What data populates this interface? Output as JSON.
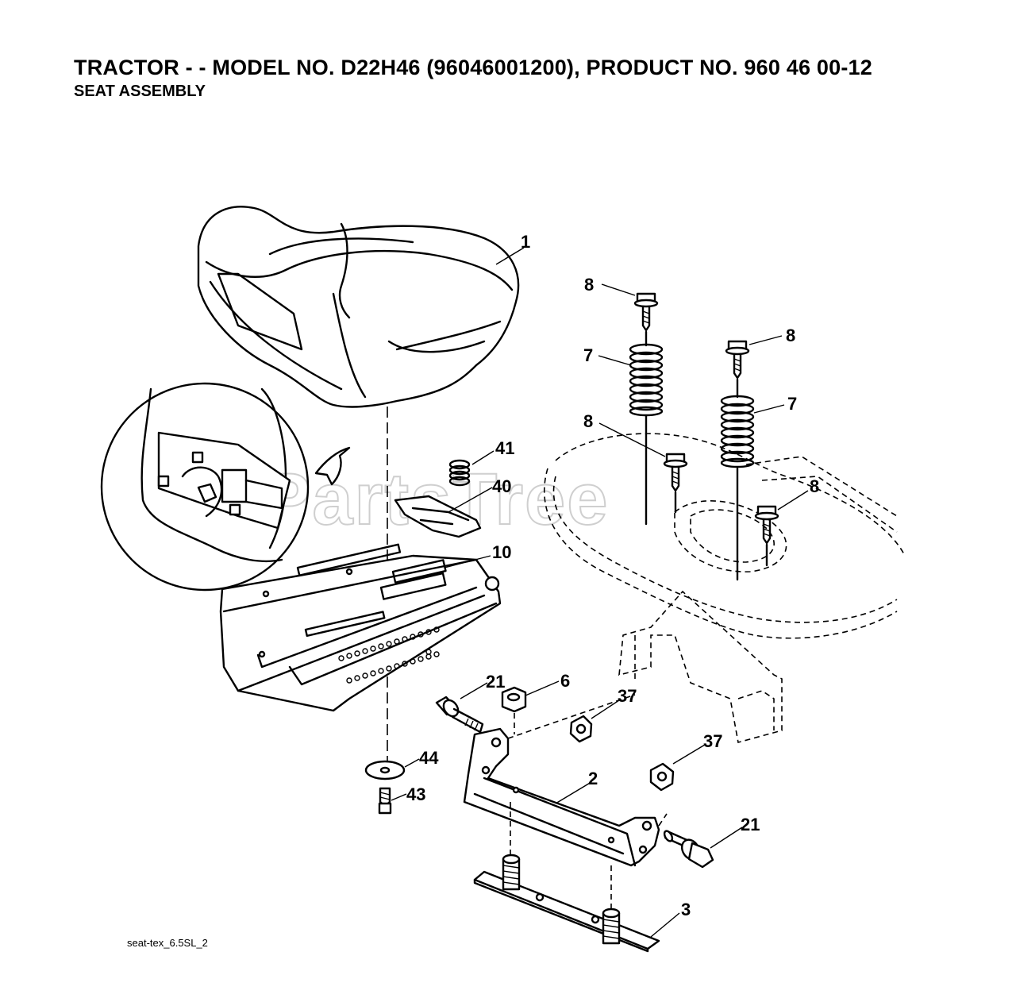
{
  "header": {
    "title": "TRACTOR - - MODEL NO. D22H46 (96046001200), PRODUCT NO. 960 46 00-12",
    "subtitle": "SEAT ASSEMBLY"
  },
  "watermark": "PartsTree",
  "diagram_code": "seat-tex_6.5SL_2",
  "callouts": [
    {
      "id": "c1",
      "text": "1"
    },
    {
      "id": "c8a",
      "text": "8"
    },
    {
      "id": "c8b",
      "text": "8"
    },
    {
      "id": "c7a",
      "text": "7"
    },
    {
      "id": "c7b",
      "text": "7"
    },
    {
      "id": "c8c",
      "text": "8"
    },
    {
      "id": "c8d",
      "text": "8"
    },
    {
      "id": "c41",
      "text": "41"
    },
    {
      "id": "c40",
      "text": "40"
    },
    {
      "id": "c10",
      "text": "10"
    },
    {
      "id": "c21a",
      "text": "21"
    },
    {
      "id": "c6",
      "text": "6"
    },
    {
      "id": "c37a",
      "text": "37"
    },
    {
      "id": "c37b",
      "text": "37"
    },
    {
      "id": "c44",
      "text": "44"
    },
    {
      "id": "c43",
      "text": "43"
    },
    {
      "id": "c2",
      "text": "2"
    },
    {
      "id": "c21b",
      "text": "21"
    },
    {
      "id": "c3",
      "text": "3"
    }
  ]
}
